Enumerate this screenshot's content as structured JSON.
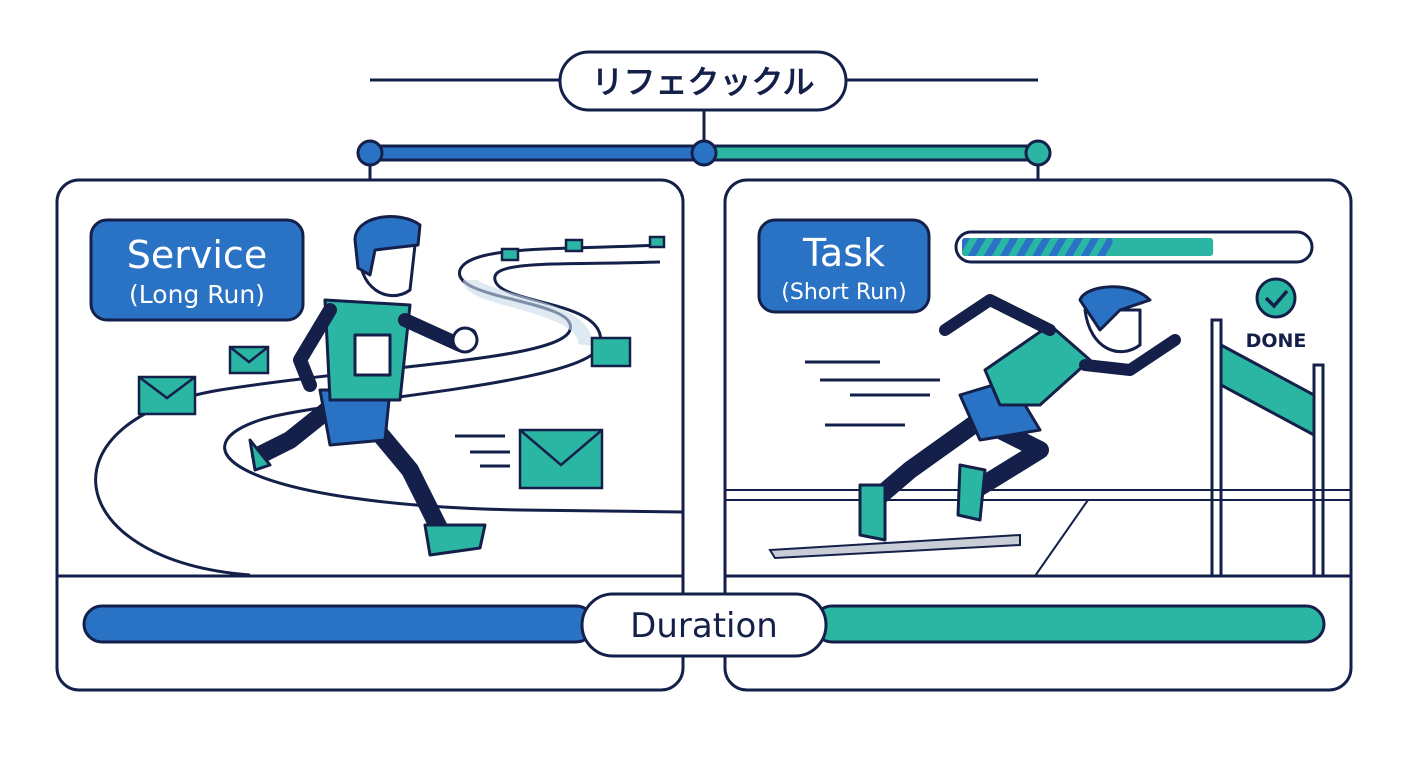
{
  "title": "リフェクックル",
  "service": {
    "label": "Service",
    "sublabel": "(Long Run)"
  },
  "task": {
    "label": "Task",
    "sublabel": "(Short Run)",
    "progress_percent": 73,
    "status": "DONE"
  },
  "duration_label": "Duration",
  "colors": {
    "blue": "#2a72c4",
    "teal": "#2bb5a3",
    "navy": "#14204a",
    "light": "#e6f1f7"
  }
}
